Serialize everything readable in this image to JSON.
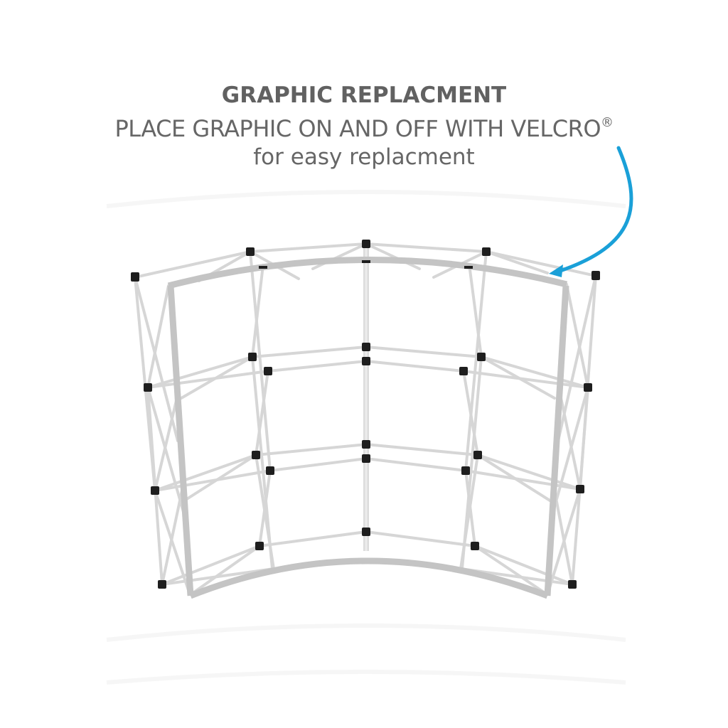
{
  "caption": {
    "title": "GRAPHIC REPLACMENT",
    "subtitle": "PLACE GRAPHIC ON AND OFF  WITH VELCRO",
    "subtitle_mark": "®",
    "tagline": "for easy replacment"
  },
  "illustration": {
    "subject": "curved pop-up display frame",
    "frame_color": "#c4c4c4",
    "strut_color": "#d9d9d9",
    "connector_color": "#1e1e1e",
    "arrow_color": "#1aa0d8"
  }
}
